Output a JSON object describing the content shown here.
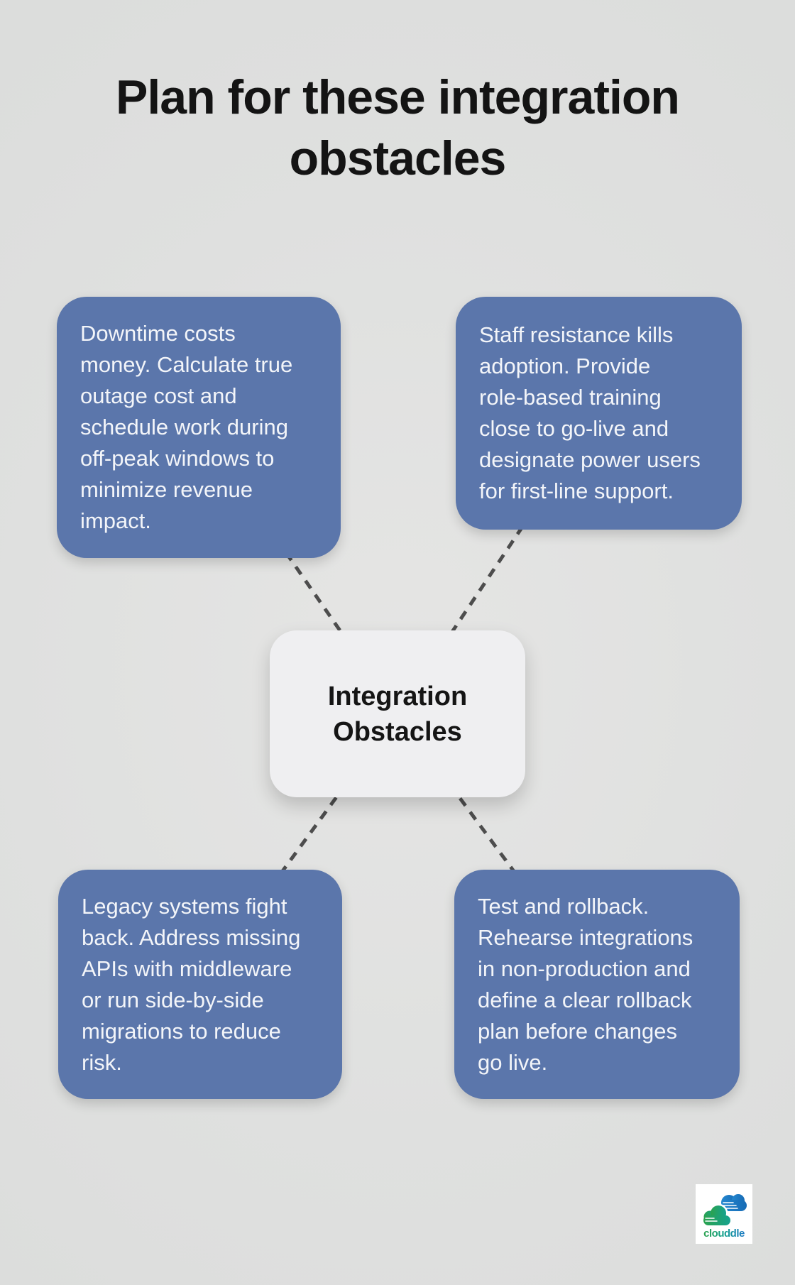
{
  "title": "Plan for these integration\nobstacles",
  "center_node": {
    "label": "Integration\nObstacles"
  },
  "nodes": [
    {
      "position": "top-left",
      "text": "Downtime costs\nmoney. Calculate true\noutage cost and\nschedule work during\noff-peak windows to\nminimize revenue\nimpact."
    },
    {
      "position": "top-right",
      "text": "Staff resistance kills\nadoption. Provide\nrole-based training\nclose to go-live and\ndesignate power users\nfor first-line support."
    },
    {
      "position": "bottom-left",
      "text": "Legacy systems fight\nback. Address missing\nAPIs with middleware\nor run side-by-side\nmigrations to reduce\nrisk."
    },
    {
      "position": "bottom-right",
      "text": "Test and rollback.\nRehearse integrations\nin non-production and\ndefine a clear rollback\nplan before changes\ngo live."
    }
  ],
  "logo": {
    "name": "clouddle"
  },
  "colors": {
    "background": "#dfe0df",
    "card_fill": "#5b76ab",
    "card_text": "#f3f5f9",
    "center_fill": "#efeff1",
    "connector": "#4d4d4d",
    "title_text": "#141414",
    "logo_green": "#2ba24e",
    "logo_teal": "#16a28f",
    "logo_blue": "#1d7ac5"
  }
}
